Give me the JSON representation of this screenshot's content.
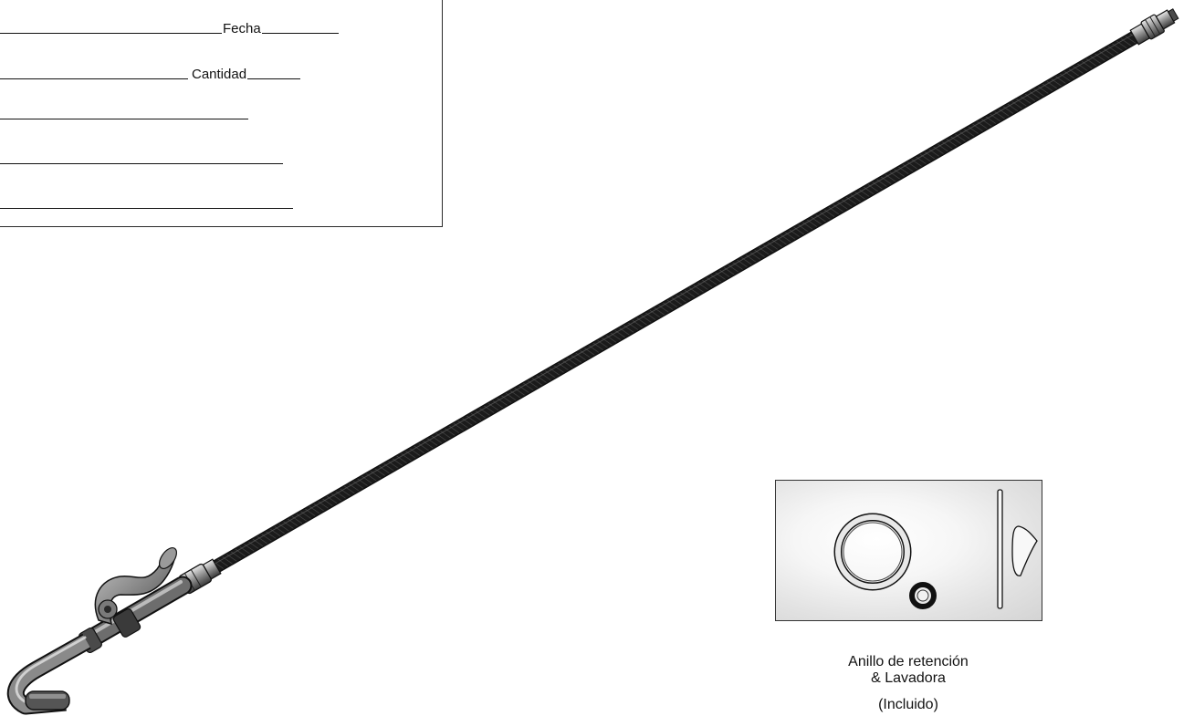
{
  "form": {
    "fields": [
      {
        "label": "Fecha"
      },
      {
        "label": "Cantidad"
      }
    ]
  },
  "detail": {
    "caption_line1": "Anillo de retención",
    "caption_line2": "& Lavadora",
    "caption_line3": "(Incluido)"
  },
  "icons": {
    "retaining_ring": "o-ring-icon",
    "washer": "washer-icon",
    "assembly": "flexible-hose-assembly-icon"
  },
  "colors": {
    "hose": "#1e1e1e",
    "metal": "#8a8a8a",
    "border": "#2a2a2a"
  }
}
